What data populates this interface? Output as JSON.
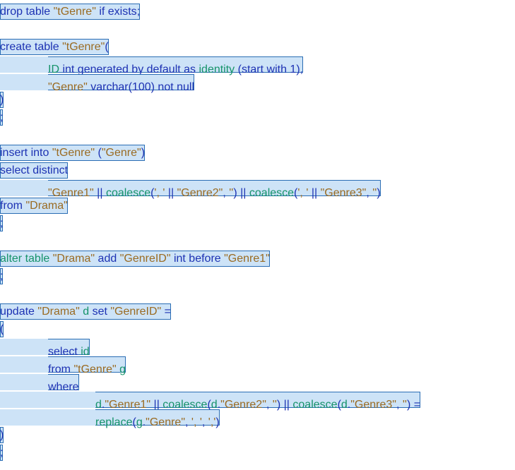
{
  "editor": {
    "lines": [
      {
        "indent": 0,
        "segs": [
          [
            "kw",
            "drop table "
          ],
          [
            "str",
            "\"tGenre\""
          ],
          [
            "kw",
            " if exists"
          ],
          [
            "sym",
            ";"
          ]
        ]
      },
      {
        "indent": 0,
        "segs": []
      },
      {
        "indent": 0,
        "segs": [
          [
            "kw",
            "create table "
          ],
          [
            "str",
            "\"tGenre\""
          ],
          [
            "sym",
            "("
          ]
        ]
      },
      {
        "indent": 1,
        "segs": [
          [
            "fn",
            "ID "
          ],
          [
            "kw",
            "int generated by default as "
          ],
          [
            "fn",
            "identity "
          ],
          [
            "sym",
            "("
          ],
          [
            "kw",
            "start with "
          ],
          [
            "sym",
            "1),"
          ]
        ]
      },
      {
        "indent": 1,
        "segs": [
          [
            "str",
            "\"Genre\""
          ],
          [
            "kw",
            " varchar"
          ],
          [
            "sym",
            "(100) "
          ],
          [
            "kw",
            "not null"
          ]
        ]
      },
      {
        "indent": 0,
        "segs": [
          [
            "sym",
            ")"
          ]
        ]
      },
      {
        "indent": 0,
        "segs": [
          [
            "sym",
            ";"
          ]
        ]
      },
      {
        "indent": 0,
        "segs": []
      },
      {
        "indent": 0,
        "segs": [
          [
            "kw",
            "insert into "
          ],
          [
            "str",
            "\"tGenre\""
          ],
          [
            "sym",
            " ("
          ],
          [
            "str",
            "\"Genre\""
          ],
          [
            "sym",
            ")"
          ]
        ]
      },
      {
        "indent": 0,
        "segs": [
          [
            "kw",
            "select distinct"
          ]
        ]
      },
      {
        "indent": 1,
        "segs": [
          [
            "str",
            "\"Genre1\""
          ],
          [
            "sym",
            " || "
          ],
          [
            "fn",
            "coalesce"
          ],
          [
            "sym",
            "("
          ],
          [
            "str",
            "', '"
          ],
          [
            "sym",
            " || "
          ],
          [
            "str",
            "\"Genre2\""
          ],
          [
            "sym",
            ", "
          ],
          [
            "str",
            "''"
          ],
          [
            "sym",
            ") || "
          ],
          [
            "fn",
            "coalesce"
          ],
          [
            "sym",
            "("
          ],
          [
            "str",
            "', '"
          ],
          [
            "sym",
            " || "
          ],
          [
            "str",
            "\"Genre3\""
          ],
          [
            "sym",
            ", "
          ],
          [
            "str",
            "''"
          ],
          [
            "sym",
            ")"
          ]
        ]
      },
      {
        "indent": 0,
        "segs": [
          [
            "kw",
            "from "
          ],
          [
            "str",
            "\"Drama\""
          ]
        ]
      },
      {
        "indent": 0,
        "segs": [
          [
            "sym",
            ";"
          ]
        ]
      },
      {
        "indent": 0,
        "segs": []
      },
      {
        "indent": 0,
        "segs": [
          [
            "fn",
            "alter table "
          ],
          [
            "str",
            "\"Drama\""
          ],
          [
            "kw",
            " add "
          ],
          [
            "str",
            "\"GenreID\""
          ],
          [
            "kw",
            " int before "
          ],
          [
            "str",
            "\"Genre1\""
          ]
        ]
      },
      {
        "indent": 0,
        "segs": [
          [
            "sym",
            ";"
          ]
        ]
      },
      {
        "indent": 0,
        "segs": []
      },
      {
        "indent": 0,
        "segs": [
          [
            "kw",
            "update "
          ],
          [
            "str",
            "\"Drama\""
          ],
          [
            "fn",
            " d "
          ],
          [
            "kw",
            "set "
          ],
          [
            "str",
            "\"GenreID\""
          ],
          [
            "sym",
            " ="
          ]
        ]
      },
      {
        "indent": 0,
        "segs": [
          [
            "sym",
            "("
          ]
        ]
      },
      {
        "indent": 1,
        "segs": [
          [
            "kw",
            "select "
          ],
          [
            "fn",
            "id"
          ]
        ]
      },
      {
        "indent": 1,
        "segs": [
          [
            "kw",
            "from "
          ],
          [
            "str",
            "\"tGenre\""
          ],
          [
            "fn",
            " g"
          ]
        ]
      },
      {
        "indent": 1,
        "segs": [
          [
            "kw",
            "where"
          ]
        ]
      },
      {
        "indent": 2,
        "segs": [
          [
            "fn",
            "d"
          ],
          [
            "sym",
            "."
          ],
          [
            "str",
            "\"Genre1\""
          ],
          [
            "sym",
            " || "
          ],
          [
            "fn",
            "coalesce"
          ],
          [
            "sym",
            "("
          ],
          [
            "fn",
            "d"
          ],
          [
            "sym",
            "."
          ],
          [
            "str",
            "\"Genre2\""
          ],
          [
            "sym",
            ", "
          ],
          [
            "str",
            "''"
          ],
          [
            "sym",
            ") || "
          ],
          [
            "fn",
            "coalesce"
          ],
          [
            "sym",
            "("
          ],
          [
            "fn",
            "d"
          ],
          [
            "sym",
            "."
          ],
          [
            "str",
            "\"Genre3\""
          ],
          [
            "sym",
            ", "
          ],
          [
            "str",
            "''"
          ],
          [
            "sym",
            ") ="
          ]
        ]
      },
      {
        "indent": 2,
        "segs": [
          [
            "fn",
            "replace"
          ],
          [
            "sym",
            "("
          ],
          [
            "fn",
            "g"
          ],
          [
            "sym",
            "."
          ],
          [
            "str",
            "\"Genre\""
          ],
          [
            "sym",
            ", "
          ],
          [
            "str",
            "', '"
          ],
          [
            "sym",
            ", "
          ],
          [
            "str",
            "','"
          ],
          [
            "sym",
            ")"
          ]
        ]
      },
      {
        "indent": 0,
        "segs": [
          [
            "sym",
            ")"
          ]
        ]
      },
      {
        "indent": 0,
        "segs": [
          [
            "sym",
            ";"
          ]
        ]
      }
    ]
  }
}
